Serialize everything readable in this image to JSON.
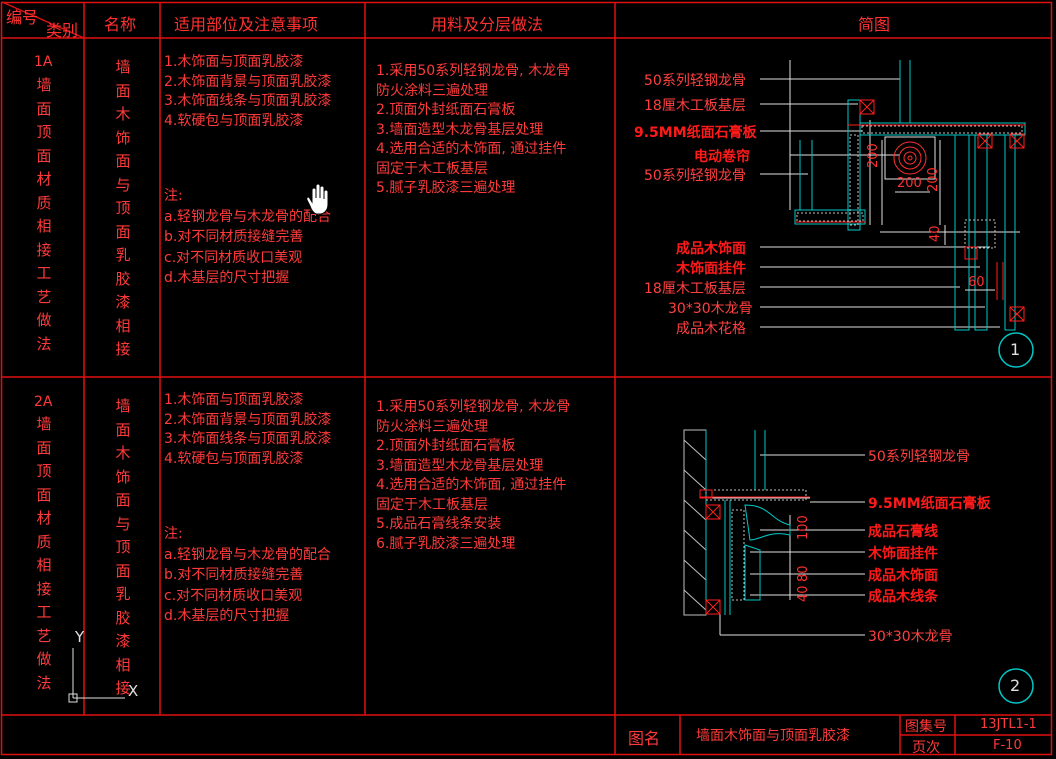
{
  "header": {
    "code_label": "编号",
    "category_label": "类别",
    "name_label": "名称",
    "notes_label": "适用部位及注意事项",
    "materials_label": "用料及分层做法",
    "sketch_label": "简图"
  },
  "rows": [
    {
      "code": "1A",
      "category_vertical": "墙面顶面材质相接工艺做法",
      "name_vertical": "墙面木饰面与顶面乳胶漆相接",
      "applications": "1.木饰面与顶面乳胶漆\n2.木饰面背景与顶面乳胶漆\n3.木饰面线条与顶面乳胶漆\n4.软硬包与顶面乳胶漆",
      "notes": "注:\na.轻钢龙骨与木龙骨的配合\nb.对不同材质接缝完善\nc.对不同材质收口美观\nd.木基层的尺寸把握",
      "materials": "1.采用50系列轻钢龙骨, 木龙骨\n防火涂料三遍处理\n2.顶面外封纸面石膏板\n3.墙面造型木龙骨基层处理\n4.选用合适的木饰面, 通过挂件\n固定于木工板基层\n5.腻子乳胶漆三遍处理",
      "diagram_labels": [
        "50系列轻钢龙骨",
        "18厘木工板基层",
        "9.5MM纸面石膏板",
        "电动卷帘",
        "50系列轻钢龙骨",
        "成品木饰面",
        "木饰面挂件",
        "18厘木工板基层",
        "30*30木龙骨",
        "成品木花格"
      ],
      "dimensions": [
        "200",
        "200",
        "200",
        "40",
        "60"
      ],
      "detail_number": "1"
    },
    {
      "code": "2A",
      "category_vertical": "墙面顶面材质相接工艺做法",
      "name_vertical": "墙面木饰面与顶面乳胶漆相接",
      "applications": "1.木饰面与顶面乳胶漆\n2.木饰面背景与顶面乳胶漆\n3.木饰面线条与顶面乳胶漆\n4.软硬包与顶面乳胶漆",
      "notes": "注:\na.轻钢龙骨与木龙骨的配合\nb.对不同材质接缝完善\nc.对不同材质收口美观\nd.木基层的尺寸把握",
      "materials": "1.采用50系列轻钢龙骨, 木龙骨\n防火涂料三遍处理\n2.顶面外封纸面石膏板\n3.墙面造型木龙骨基层处理\n4.选用合适的木饰面, 通过挂件\n固定于木工板基层\n5.成品石膏线条安装\n6.腻子乳胶漆三遍处理",
      "diagram_labels": [
        "50系列轻钢龙骨",
        "9.5MM纸面石膏板",
        "成品石膏线",
        "木饰面挂件",
        "成品木饰面",
        "成品木线条",
        "30*30木龙骨"
      ],
      "dimensions": [
        "100",
        "80",
        "40"
      ],
      "detail_number": "2"
    }
  ],
  "title_block": {
    "drawing_name_label": "图名",
    "drawing_name": "墙面木饰面与顶面乳胶漆",
    "atlas_no_label": "图集号",
    "atlas_no": "13JTL1-1",
    "page_label": "页次",
    "page": "F-10"
  },
  "colors": {
    "background": "#000000",
    "frame_red": "#e01010",
    "text_red": "#ff3030",
    "cyan": "#00c8c8",
    "white": "#e0e0e0"
  },
  "ucs_icon": {
    "y": "Y",
    "x": "X"
  },
  "cursor": "hand-cursor"
}
